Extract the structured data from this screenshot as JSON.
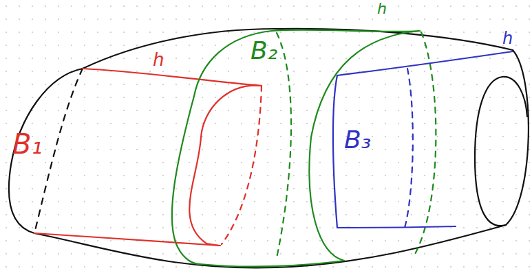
{
  "diagram": {
    "labels": [
      "B₁",
      "h",
      "B₂",
      "h",
      "B₃",
      "h"
    ]
  }
}
